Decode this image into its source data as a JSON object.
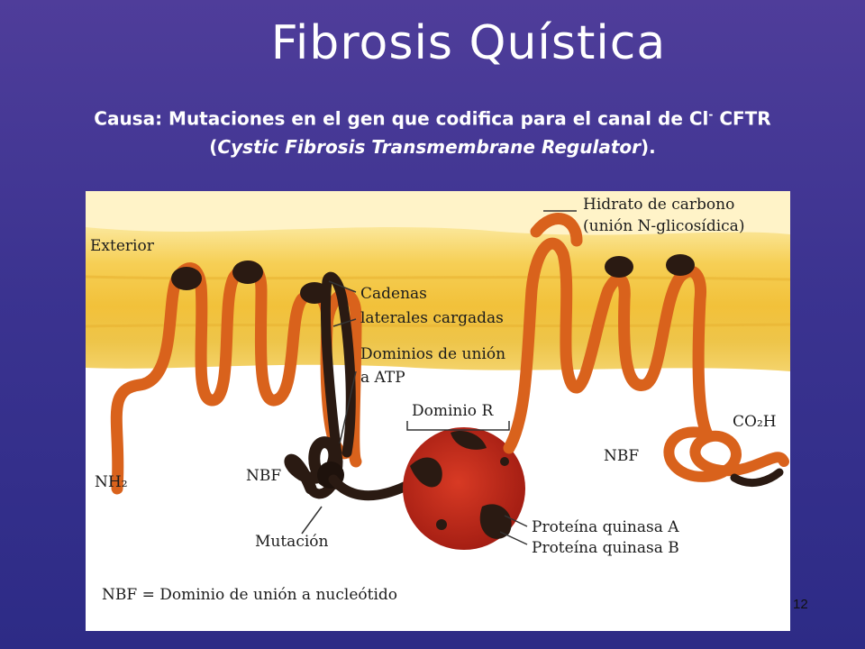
{
  "slide": {
    "title": "Fibrosis Quística",
    "subtitle_line1_a": "Causa: Mutaciones en el gen que codifica para el canal de Cl",
    "subtitle_sup": "-",
    "subtitle_line1_b": " CFTR",
    "subtitle_line2_open": "(",
    "subtitle_line2_italic": "Cystic Fibrosis Transmembrane Regulator",
    "subtitle_line2_close": ").",
    "page_number": "12"
  },
  "diagram": {
    "labels": {
      "exterior": "Exterior",
      "hidrato1": "Hidrato de carbono",
      "hidrato2": "(unión N-glicosídica)",
      "cadenas1": "Cadenas",
      "cadenas2": "laterales cargadas",
      "dominios1": "Dominios de unión",
      "dominios2": "a ATP",
      "dominio_r": "Dominio R",
      "co2h": "CO₂H",
      "nbf_right": "NBF",
      "nh2": "NH₂",
      "nbf_left": "NBF",
      "mutacion": "Mutación",
      "pka": "Proteína quinasa A",
      "pkb": "Proteína quinasa B",
      "legend": "NBF = Dominio de unión a nucleótido"
    },
    "colors": {
      "membrane": "#f1c23a",
      "protein": "#d9621c",
      "dark": "#2a1a12",
      "r_domain": "#c1271b"
    }
  }
}
